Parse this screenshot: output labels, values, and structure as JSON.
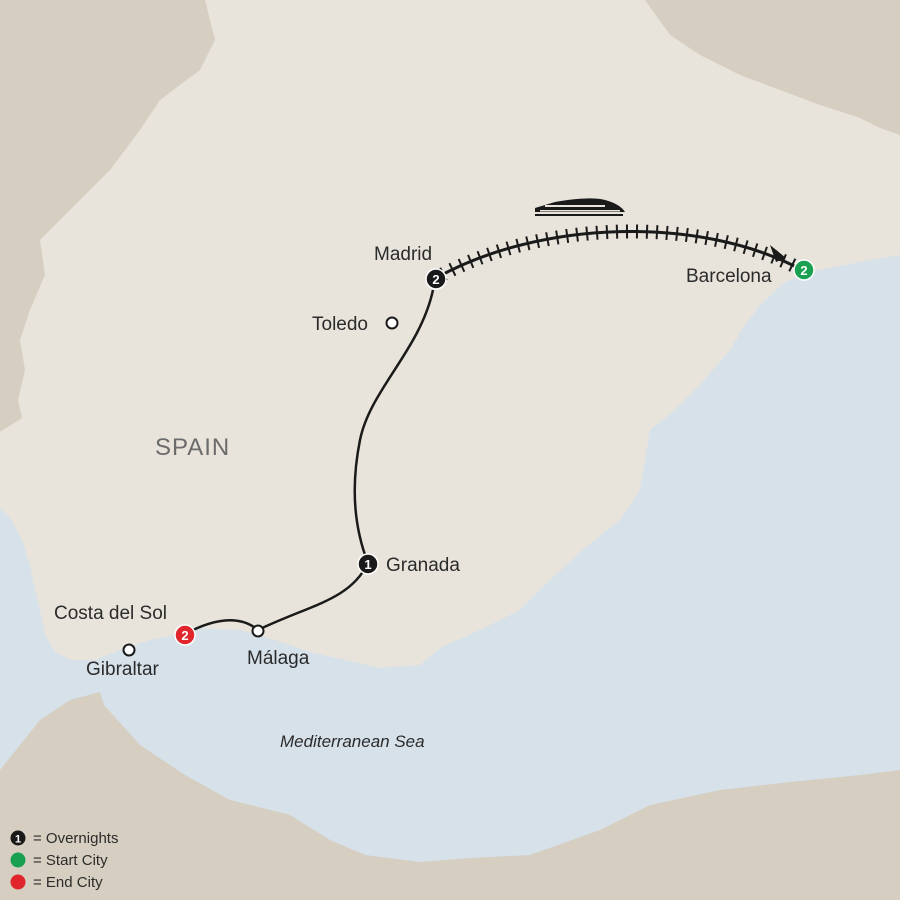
{
  "map": {
    "country_label": "SPAIN",
    "sea_label": "Mediterranean Sea",
    "colors": {
      "sea": "#d6e1ea",
      "spain": "#e8e4dc",
      "neighbors": "#d6cfc1",
      "route": "#1a1a1a",
      "start": "#1aa051",
      "end": "#e0262c",
      "overnight": "#1a1a1a"
    },
    "cities": [
      {
        "name": "Madrid",
        "marker": "overnight",
        "nights": "2"
      },
      {
        "name": "Barcelona",
        "marker": "start",
        "nights": "2"
      },
      {
        "name": "Toledo",
        "marker": "visit"
      },
      {
        "name": "Granada",
        "marker": "overnight",
        "nights": "1"
      },
      {
        "name": "Costa del Sol",
        "marker": "end",
        "nights": "2"
      },
      {
        "name": "Málaga",
        "marker": "visit"
      },
      {
        "name": "Gibraltar",
        "marker": "visit"
      }
    ],
    "transport_icon": "train-icon"
  },
  "legend": {
    "items": [
      {
        "icon": "1",
        "text": "= Overnights",
        "color": "#1a1a1a"
      },
      {
        "icon": "",
        "text": "= Start City",
        "color": "#1aa051"
      },
      {
        "icon": "",
        "text": "= End City",
        "color": "#e0262c"
      }
    ]
  }
}
